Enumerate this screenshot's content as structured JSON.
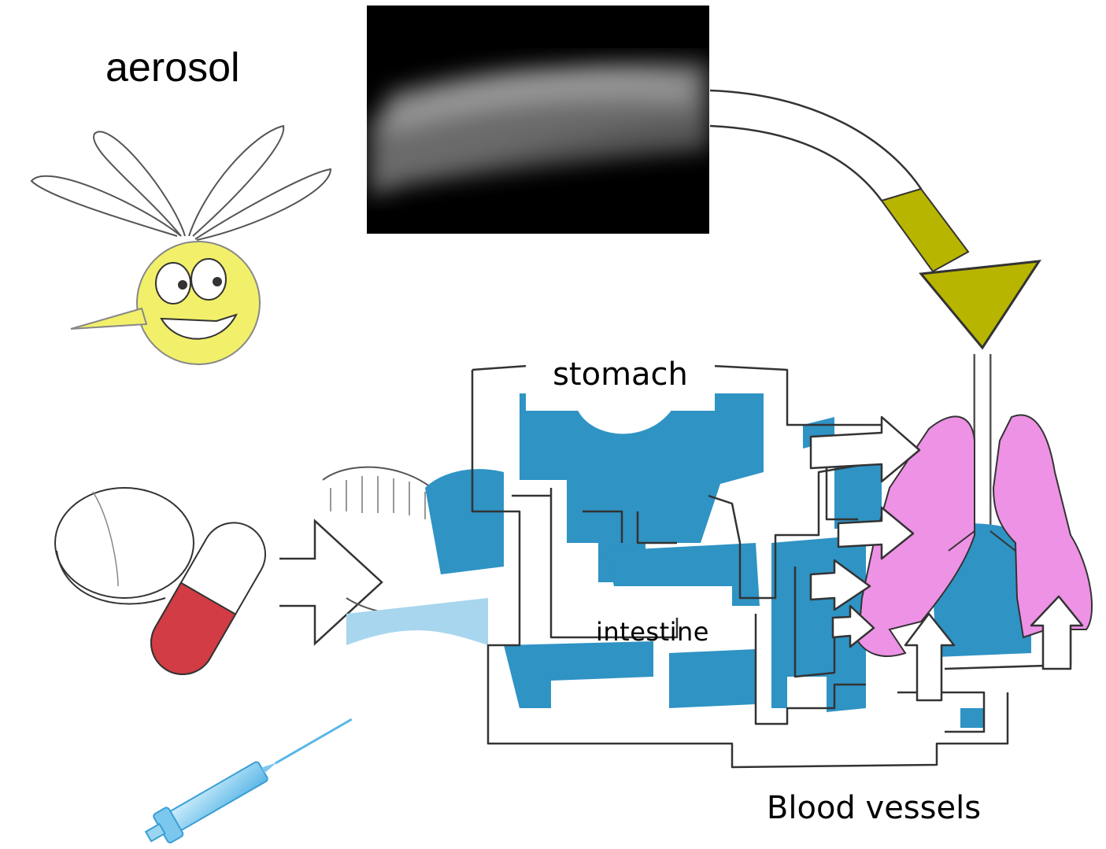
{
  "labels": {
    "aerosol": "aerosol",
    "stomach": "stomach",
    "intestine": "intestine",
    "blood_vessels": "Blood vessels"
  },
  "colors": {
    "maze_blue": "#2f93c4",
    "maze_light_blue": "#a8d6ee",
    "lung_pink": "#ee92e6",
    "arrow_olive": "#b8b500",
    "capsule_red": "#d23c44",
    "face_yellow": "#f2f06a",
    "syringe_blue": "#7cc7ee",
    "aerosol_gray": "#8a8a8a"
  },
  "icons": [
    "aerosol-cloud-image",
    "flying-smiley-icon",
    "tablet-icon",
    "capsule-icon",
    "syringe-icon",
    "mouth-icon",
    "lungs-icon"
  ]
}
